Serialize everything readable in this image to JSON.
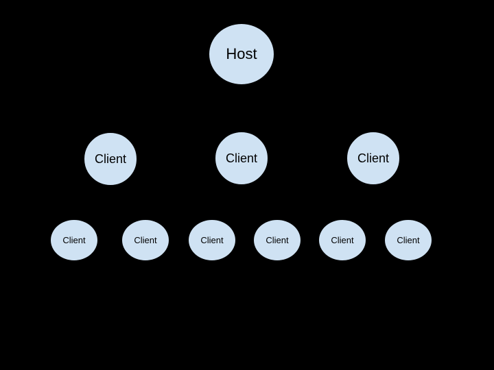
{
  "colors": {
    "background": "#000000",
    "node_fill": "#cfe2f3",
    "node_border": "#000000",
    "text": "#000000"
  },
  "diagram": {
    "type": "tree",
    "host": {
      "label": "Host"
    },
    "mid_clients": [
      {
        "label": "Client"
      },
      {
        "label": "Client"
      },
      {
        "label": "Client"
      }
    ],
    "leaf_clients": [
      {
        "label": "Client"
      },
      {
        "label": "Client"
      },
      {
        "label": "Client"
      },
      {
        "label": "Client"
      },
      {
        "label": "Client"
      },
      {
        "label": "Client"
      }
    ]
  }
}
